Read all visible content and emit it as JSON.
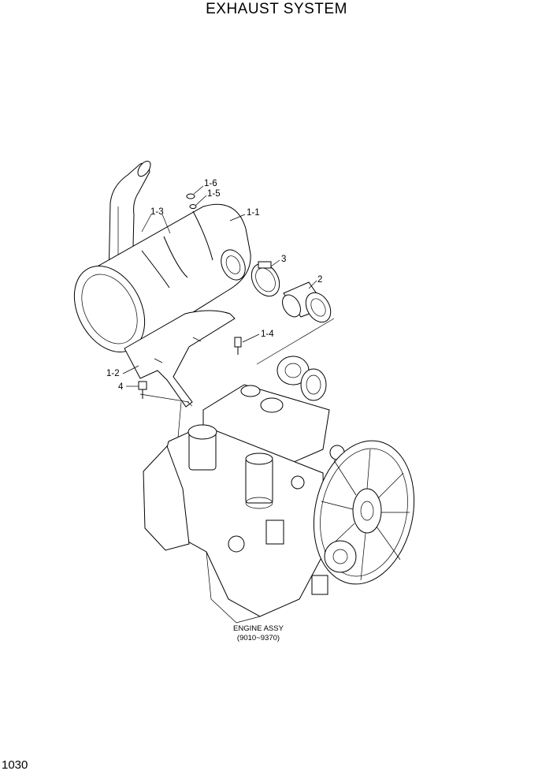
{
  "title": "EXHAUST SYSTEM",
  "page_number": "1030",
  "callouts": {
    "c16": "1-6",
    "c15": "1-5",
    "c13": "1-3",
    "c11": "1-1",
    "c3": "3",
    "c2": "2",
    "c14": "1-4",
    "c12": "1-2",
    "c4": "4"
  },
  "engine_caption": {
    "line1": "ENGINE ASSY",
    "line2": "(9010~9370)"
  }
}
